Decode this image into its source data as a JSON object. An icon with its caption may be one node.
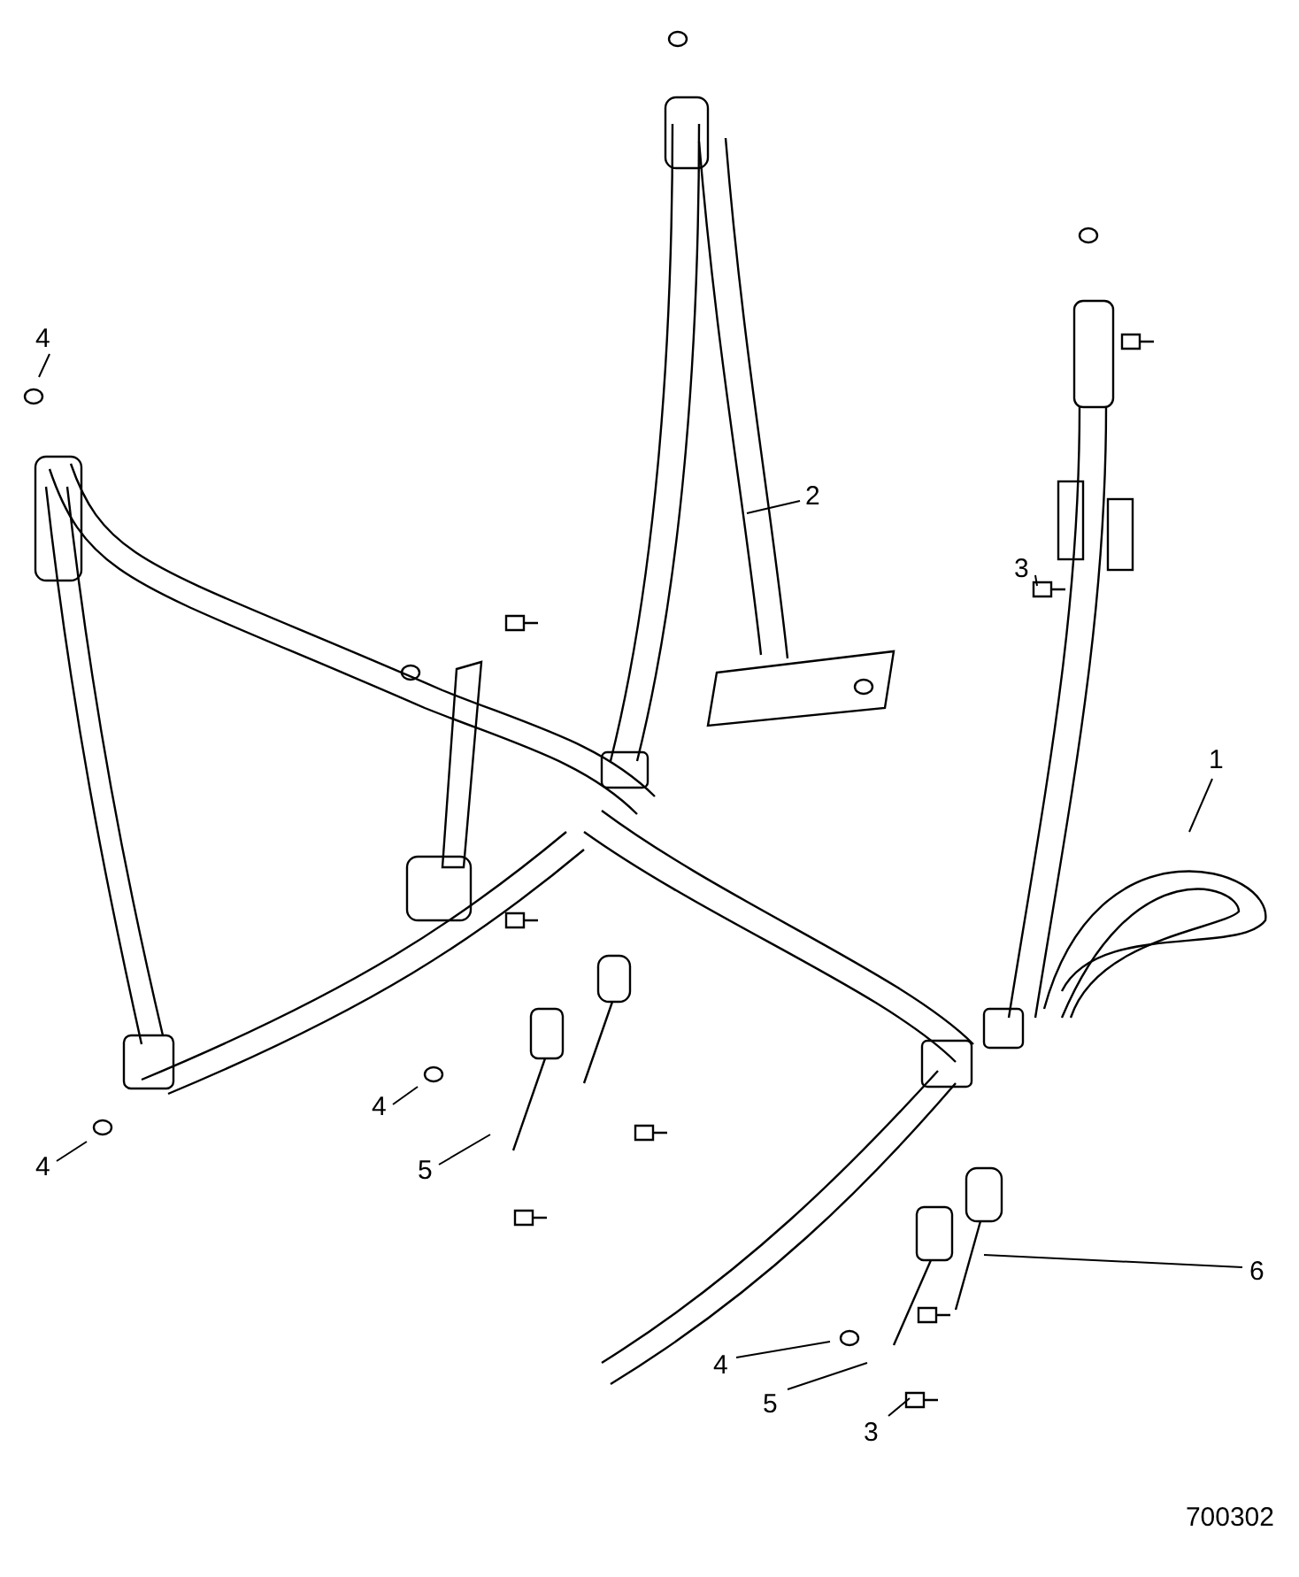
{
  "diagram": {
    "nodes": [
      {
        "text": [
          "4"
        ]
      },
      {
        "text": [
          "2"
        ]
      },
      {
        "text": [
          "3"
        ]
      },
      {
        "text": [
          "1"
        ]
      },
      {
        "text": [
          "4"
        ]
      },
      {
        "text": [
          "4"
        ]
      },
      {
        "text": [
          "5"
        ]
      },
      {
        "text": [
          "6"
        ]
      },
      {
        "text": [
          "4"
        ]
      },
      {
        "text": [
          "5"
        ]
      },
      {
        "text": [
          "3"
        ]
      }
    ],
    "edges": [
      {
        "from": 0,
        "to": null,
        "arrow": "none"
      },
      {
        "from": 1,
        "to": null,
        "arrow": "none"
      },
      {
        "from": 2,
        "to": null,
        "arrow": "none"
      },
      {
        "from": 3,
        "to": null,
        "arrow": "none"
      },
      {
        "from": 4,
        "to": null,
        "arrow": "none"
      },
      {
        "from": 5,
        "to": null,
        "arrow": "none"
      },
      {
        "from": 6,
        "to": null,
        "arrow": "none"
      },
      {
        "from": 7,
        "to": null,
        "arrow": "none"
      },
      {
        "from": 8,
        "to": null,
        "arrow": "none"
      },
      {
        "from": 9,
        "to": null,
        "arrow": "none"
      },
      {
        "from": 10,
        "to": null,
        "arrow": "none"
      }
    ],
    "labels": [
      "700302"
    ]
  }
}
